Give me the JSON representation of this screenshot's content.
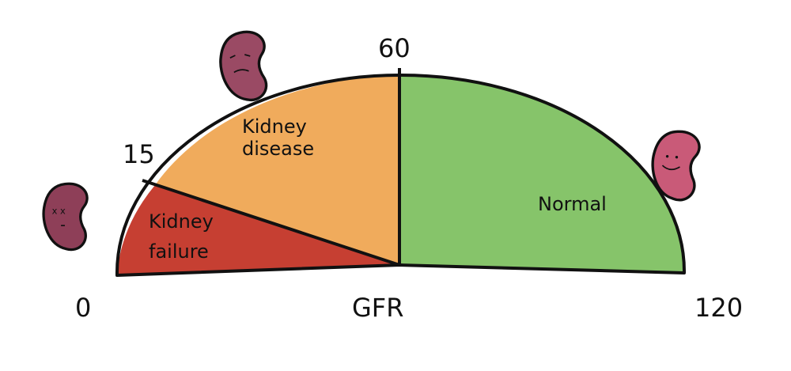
{
  "title_axis": "GFR",
  "ticks": {
    "min": "0",
    "low": "15",
    "mid": "60",
    "max": "120"
  },
  "zones": [
    {
      "name": "failure",
      "lines": [
        "Kidney",
        "failure"
      ],
      "range": [
        0,
        15
      ],
      "color": "#c63f32"
    },
    {
      "name": "disease",
      "lines": [
        "Kidney",
        "disease"
      ],
      "range": [
        15,
        60
      ],
      "color": "#f0ab5c"
    },
    {
      "name": "normal",
      "lines": [
        "Normal"
      ],
      "range": [
        60,
        120
      ],
      "color": "#86c46a"
    }
  ],
  "kidney_icons": [
    {
      "mood": "dead",
      "color": "#8e3f58"
    },
    {
      "mood": "sad",
      "color": "#9a4a64"
    },
    {
      "mood": "happy",
      "color": "#c95a78"
    }
  ]
}
